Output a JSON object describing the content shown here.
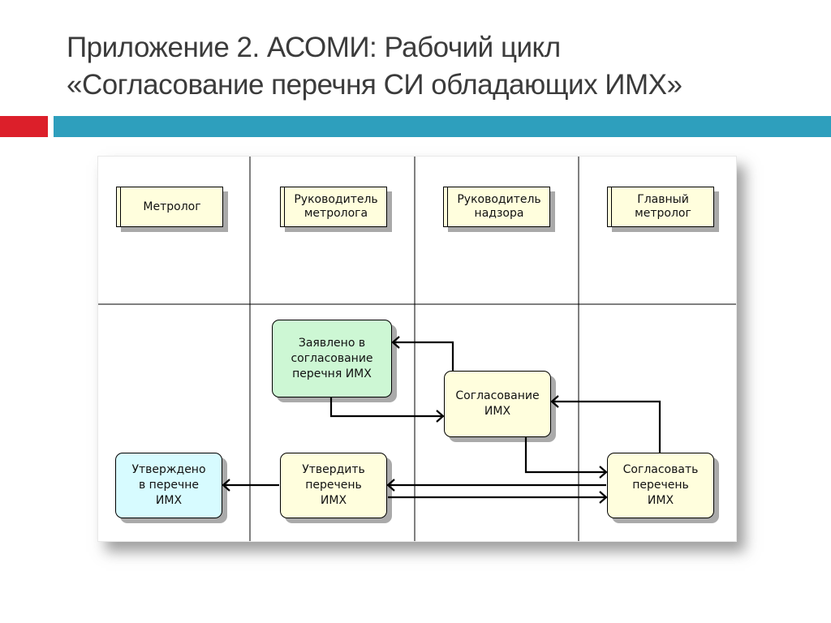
{
  "slide": {
    "title_line1": "Приложение 2. АСОМИ: Рабочий цикл",
    "title_line2": "«Согласование перечня СИ обладающих ИМХ»",
    "accent_colors": {
      "red": "#dc1f2a",
      "blue": "#2e9fbd"
    }
  },
  "diagram": {
    "type": "swimlane-state-diagram",
    "lanes": [
      {
        "id": "metrolog",
        "label": "Метролог"
      },
      {
        "id": "rukovoditel_metrologa",
        "label": "Руководитель\nметролога"
      },
      {
        "id": "rukovoditel_nadzora",
        "label": "Руководитель\nнадзора"
      },
      {
        "id": "glavny_metrolog",
        "label": "Главный\nметролог"
      }
    ],
    "states": [
      {
        "id": "zayavleno",
        "lane": "rukovoditel_metrologa",
        "label": "Заявлено в\nсогласование\nперечня ИМХ",
        "color": "#cdf7d4"
      },
      {
        "id": "soglasovanie",
        "lane": "rukovoditel_nadzora",
        "label": "Согласование\nИМХ",
        "color": "#fffedd"
      },
      {
        "id": "soglasovat",
        "lane": "glavny_metrolog",
        "label": "Согласовать\nперечень\nИМХ",
        "color": "#fffedd"
      },
      {
        "id": "utverdit",
        "lane": "rukovoditel_metrologa",
        "label": "Утвердить\nперечень\nИМХ",
        "color": "#fffedd"
      },
      {
        "id": "utverzhdeno",
        "lane": "metrolog",
        "label": "Утверждено\nв перечне\nИМХ",
        "color": "#d7fbff"
      }
    ],
    "transitions": [
      {
        "from": "zayavleno",
        "to": "soglasovanie"
      },
      {
        "from": "soglasovanie",
        "to": "zayavleno"
      },
      {
        "from": "soglasovanie",
        "to": "soglasovat"
      },
      {
        "from": "soglasovat",
        "to": "soglasovanie"
      },
      {
        "from": "utverdit",
        "to": "soglasovat"
      },
      {
        "from": "soglasovat",
        "to": "utverdit"
      },
      {
        "from": "utverdit",
        "to": "utverzhdeno"
      }
    ]
  }
}
